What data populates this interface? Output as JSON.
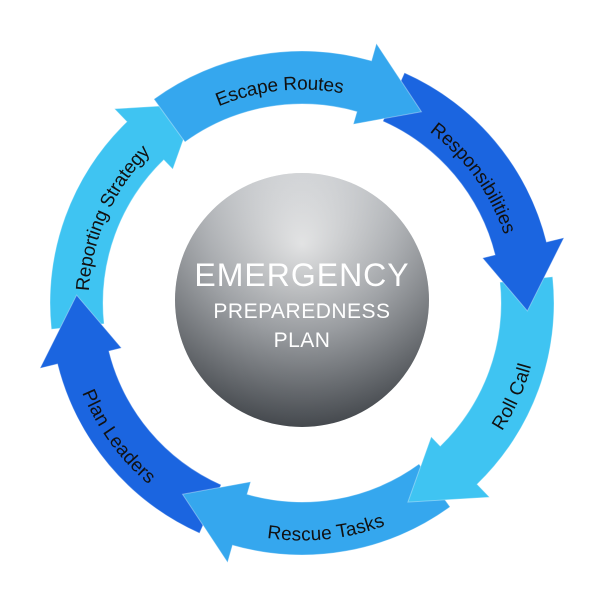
{
  "center": {
    "line1": "EMERGENCY",
    "line2": "PREPAREDNESS",
    "line3": "PLAN"
  },
  "segments": [
    {
      "key": "escape",
      "label": "Escape Routes",
      "color": "#35a7ee"
    },
    {
      "key": "responsibilities",
      "label": "Responsibilities",
      "color": "#1b65e0"
    },
    {
      "key": "roll",
      "label": "Roll Call",
      "color": "#3fc4f2"
    },
    {
      "key": "rescue",
      "label": "Rescue Tasks",
      "color": "#35a7ee"
    },
    {
      "key": "leaders",
      "label": "Plan Leaders",
      "color": "#1b65e0"
    },
    {
      "key": "reporting",
      "label": "Reporting Strategy",
      "color": "#3fc4f2"
    }
  ],
  "colors": {
    "center_light": "#eef0f2",
    "center_dark": "#454a50"
  }
}
